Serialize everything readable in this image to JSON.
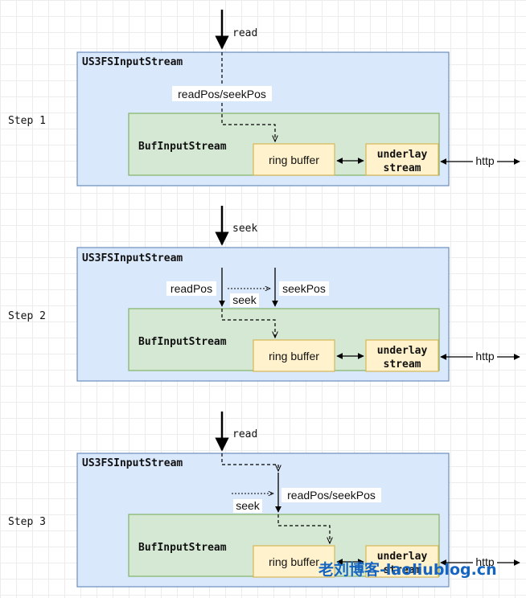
{
  "steps": [
    {
      "label": "Step 1",
      "entry_label": "read",
      "outer_title": "US3FSInputStream",
      "inner_title": "BufInputStream",
      "buffer_label": "ring buffer",
      "underlay_line1": "underlay",
      "underlay_line2": "stream",
      "http_label": "http",
      "pos_label": "readPos/seekPos"
    },
    {
      "label": "Step 2",
      "entry_label": "seek",
      "outer_title": "US3FSInputStream",
      "inner_title": "BufInputStream",
      "buffer_label": "ring buffer",
      "underlay_line1": "underlay",
      "underlay_line2": "stream",
      "http_label": "http",
      "read_pos_label": "readPos",
      "seek_pos_label": "seekPos",
      "seek_label": "seek"
    },
    {
      "label": "Step 3",
      "entry_label": "read",
      "outer_title": "US3FSInputStream",
      "inner_title": "BufInputStream",
      "buffer_label": "ring buffer",
      "underlay_line1": "underlay",
      "underlay_line2": "stream",
      "http_label": "http",
      "pos_label": "readPos/seekPos",
      "seek_label": "seek"
    }
  ],
  "watermark": "老刘博客-laoliublog.cn"
}
